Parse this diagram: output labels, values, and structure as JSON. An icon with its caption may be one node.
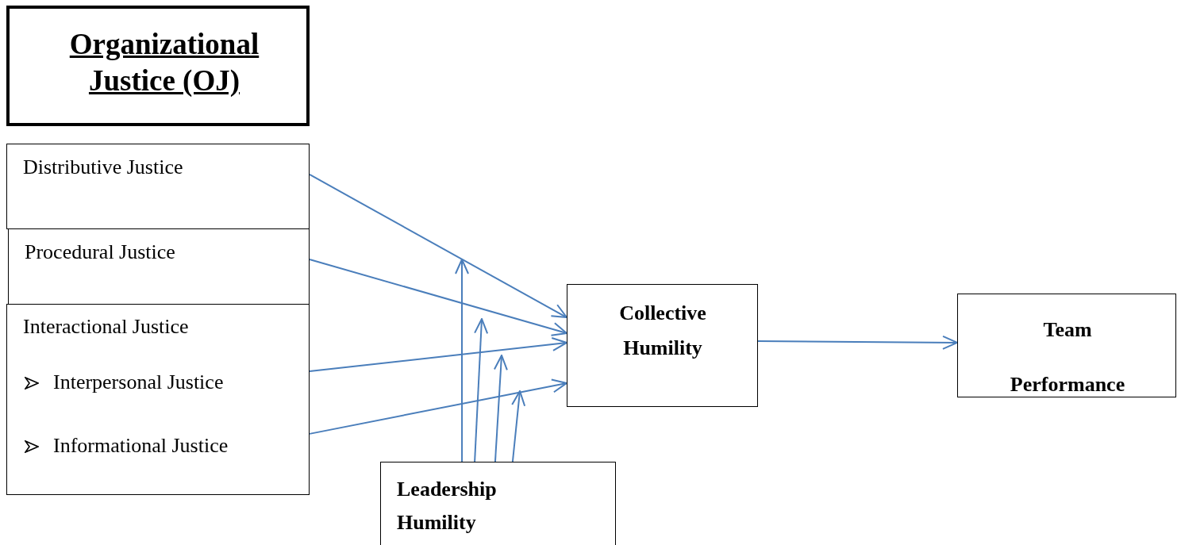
{
  "diagram": {
    "nodes": [
      {
        "text": [
          "Organizational Justice (OJ)"
        ]
      },
      {
        "text": [
          "Distributive Justice"
        ]
      },
      {
        "text": [
          "Procedural Justice"
        ]
      },
      {
        "text": [
          "Interactional Justice",
          "Interpersonal Justice",
          "Informational Justice"
        ]
      },
      {
        "text": [
          "Collective Humility"
        ]
      },
      {
        "text": [
          "Team Performance"
        ]
      },
      {
        "text": [
          "Leadership Humility"
        ]
      }
    ],
    "edges": [
      {
        "from": 1,
        "to": 4,
        "arrow": "to"
      },
      {
        "from": 2,
        "to": 4,
        "arrow": "to"
      },
      {
        "from": 3,
        "to": 4,
        "arrow": "to"
      },
      {
        "from": 3,
        "to": 4,
        "arrow": "to"
      },
      {
        "from": 4,
        "to": 5,
        "arrow": "to"
      },
      {
        "from": 6,
        "to": null,
        "arrow": "to"
      },
      {
        "from": 6,
        "to": null,
        "arrow": "to"
      },
      {
        "from": 6,
        "to": null,
        "arrow": "to"
      },
      {
        "from": 6,
        "to": null,
        "arrow": "to"
      }
    ]
  }
}
